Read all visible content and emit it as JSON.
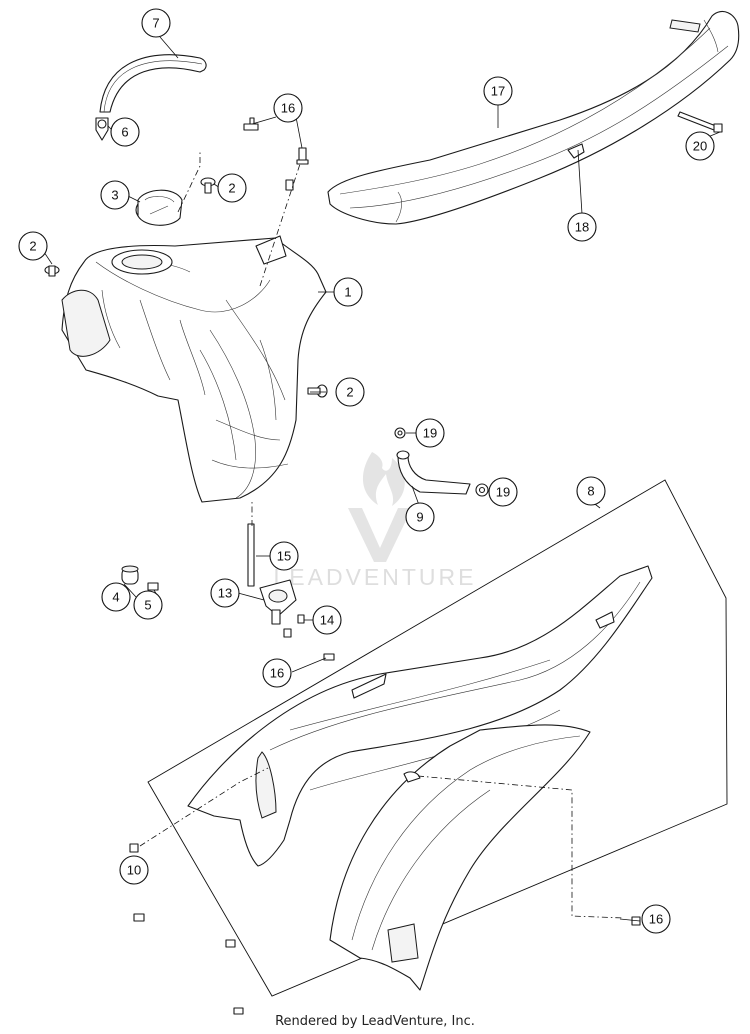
{
  "diagram": {
    "callouts": [
      {
        "id": "c7",
        "label": "7"
      },
      {
        "id": "c6",
        "label": "6"
      },
      {
        "id": "c16a",
        "label": "16"
      },
      {
        "id": "c3",
        "label": "3"
      },
      {
        "id": "c2a",
        "label": "2"
      },
      {
        "id": "c2b",
        "label": "2"
      },
      {
        "id": "c1",
        "label": "1"
      },
      {
        "id": "c2c",
        "label": "2"
      },
      {
        "id": "c17",
        "label": "17"
      },
      {
        "id": "c20",
        "label": "20"
      },
      {
        "id": "c18",
        "label": "18"
      },
      {
        "id": "c19a",
        "label": "19"
      },
      {
        "id": "c19b",
        "label": "19"
      },
      {
        "id": "c9",
        "label": "9"
      },
      {
        "id": "c8",
        "label": "8"
      },
      {
        "id": "c15",
        "label": "15"
      },
      {
        "id": "c4",
        "label": "4"
      },
      {
        "id": "c5",
        "label": "5"
      },
      {
        "id": "c13",
        "label": "13"
      },
      {
        "id": "c14",
        "label": "14"
      },
      {
        "id": "c16b",
        "label": "16"
      },
      {
        "id": "c10",
        "label": "10"
      },
      {
        "id": "c16c",
        "label": "16"
      }
    ],
    "watermark": "LEADVENTURE",
    "credit": "Rendered by LeadVenture, Inc."
  }
}
